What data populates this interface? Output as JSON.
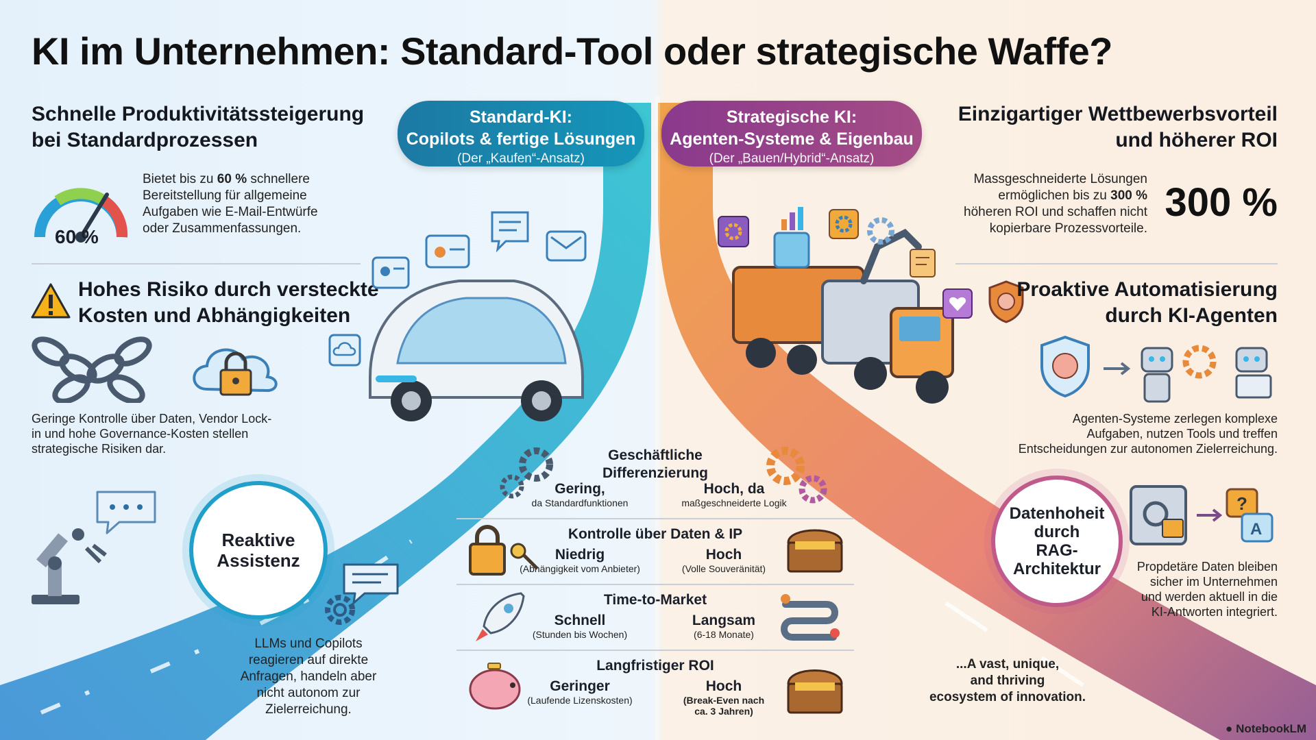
{
  "title": "KI im Unternehmen: Standard-Tool oder strategische Waffe?",
  "left": {
    "pill": {
      "title1": "Standard-KI:",
      "title2": "Copilots & fertige Lösungen",
      "subtitle": "(Der „Kaufen“-Ansatz)"
    },
    "productivity": {
      "heading1": "Schnelle Produktivitätssteigerung",
      "heading2": "bei Standardprozessen",
      "gauge_label": "60 %",
      "text_pre": "Bietet bis zu ",
      "text_bold": "60 %",
      "text_l1_post": " schnellere",
      "text_l2": "Bereitstellung für allgemeine",
      "text_l3": "Aufgaben wie E-Mail-Entwürfe",
      "text_l4": "oder Zusammenfassungen."
    },
    "risk": {
      "heading1": "Hohes Risiko durch versteckte",
      "heading2": "Kosten und Abhängigkeiten",
      "text_l1": "Geringe Kontrolle über Daten, Vendor Lock-",
      "text_l2": "in und hohe Governance-Kosten stellen",
      "text_l3": "strategische Risiken dar."
    },
    "circle": {
      "line1": "Reaktive",
      "line2": "Assistenz"
    },
    "reactive": {
      "l1": "LLMs und Copilots",
      "l2": "reagieren auf direkte",
      "l3": "Anfragen, handeln aber",
      "l4": "nicht autonom zur",
      "l5": "Zielerreichung."
    }
  },
  "right": {
    "pill": {
      "title1": "Strategische KI:",
      "title2": "Agenten-Systeme & Eigenbau",
      "subtitle": "(Der „Bauen/Hybrid“-Ansatz)"
    },
    "advantage": {
      "heading1": "Einzigartiger Wettbewerbsvorteil",
      "heading2": "und höherer ROI",
      "text_l1": "Massgeschneiderte Lösungen",
      "text_l2_pre": "ermöglichen bis zu ",
      "text_l2_bold": "300 %",
      "text_l3": "höheren ROI und schaffen nicht",
      "text_l4": "kopierbare Prozessvorteile.",
      "big": "300 %"
    },
    "automation": {
      "heading1": "Proaktive Automatisierung",
      "heading2": "durch KI-Agenten",
      "text_l1": "Agenten-Systeme zerlegen komplexe",
      "text_l2": "Aufgaben, nutzen Tools und treffen",
      "text_l3": "Entscheidungen zur autonomen Zielerreichung."
    },
    "circle": {
      "line1": "Datenhoheit",
      "line2": "durch",
      "line3": "RAG-",
      "line4": "Architektur"
    },
    "data": {
      "l1": "Propdetäre Daten bleiben",
      "l2": "sicher im Unternehmen",
      "l3": "und werden aktuell in die",
      "l4": "KI-Antworten integriert."
    },
    "ecosystem": {
      "l1": "...A vast, unique,",
      "l2": "and thriving",
      "l3": "ecosystem of innovation."
    }
  },
  "comparison": [
    {
      "title1": "Geschäftliche",
      "title2": "Differenzierung",
      "left_value": "Gering,",
      "left_sub": "da Standardfunktionen",
      "right_value": "Hoch, da",
      "right_sub": "maßgeschneiderte Logik"
    },
    {
      "title1": "Kontrolle über Daten & IP",
      "title2": "",
      "left_value": "Niedrig",
      "left_sub": "(Abhängigkeit vom Anbieter)",
      "right_value": "Hoch",
      "right_sub": "(Volle Souveränität)"
    },
    {
      "title1": "Time-to-Market",
      "title2": "",
      "left_value": "Schnell",
      "left_sub": "(Stunden bis Wochen)",
      "right_value": "Langsam",
      "right_sub": "(6-18 Monate)"
    },
    {
      "title1": "Langfristiger ROI",
      "title2": "",
      "left_value": "Geringer",
      "left_sub": "(Laufende Lizenskosten)",
      "right_value": "Hoch",
      "right_sub": "(Break-Even nach",
      "right_sub2": "ca. 3 Jahren)"
    }
  ],
  "brand": "NotebookLM",
  "colors": {
    "left_accent": "#1a7fa6",
    "right_accent": "#8a3c78",
    "road_left": "#2aa6c9",
    "road_right": "#e88a3c"
  }
}
